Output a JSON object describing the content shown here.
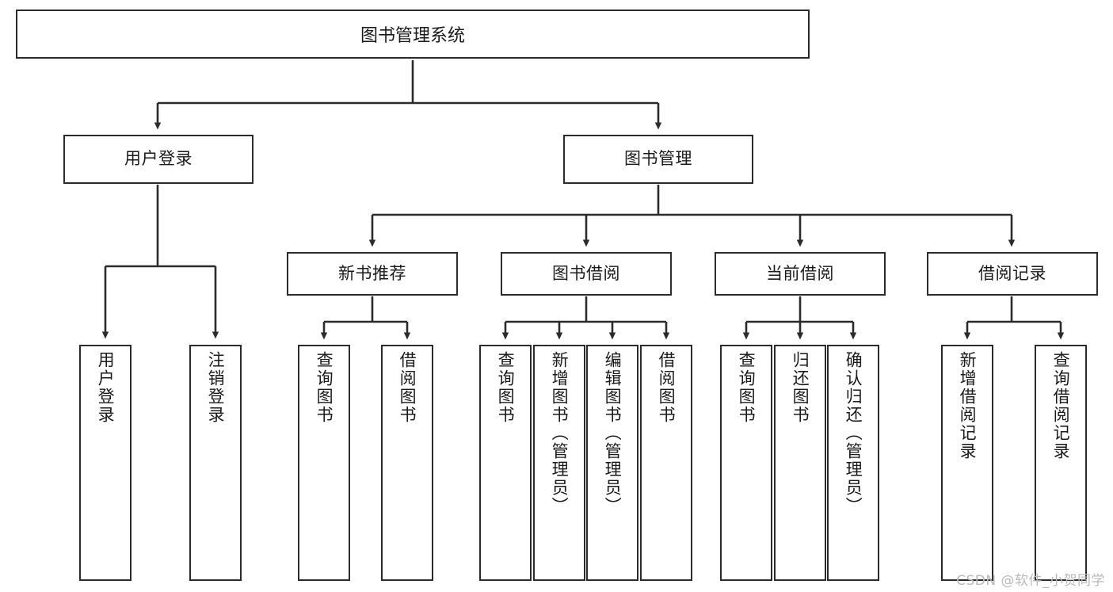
{
  "diagram": {
    "title": "图书管理系统",
    "root": {
      "label": "图书管理系统"
    },
    "level2": [
      {
        "label": "用户登录"
      },
      {
        "label": "图书管理"
      }
    ],
    "level3": [
      {
        "label": "新书推荐"
      },
      {
        "label": "图书借阅"
      },
      {
        "label": "当前借阅"
      },
      {
        "label": "借阅记录"
      }
    ],
    "leaves": {
      "user_login": [
        {
          "label": "用户登录"
        },
        {
          "label": "注销登录"
        }
      ],
      "new_book_recommend": [
        {
          "label": "查询图书"
        },
        {
          "label": "借阅图书"
        }
      ],
      "book_borrow": [
        {
          "label": "查询图书"
        },
        {
          "label": "新增图书（管理员）"
        },
        {
          "label": "编辑图书（管理员）"
        },
        {
          "label": "借阅图书"
        }
      ],
      "current_borrow": [
        {
          "label": "查询图书"
        },
        {
          "label": "归还图书"
        },
        {
          "label": "确认归还（管理员）"
        }
      ],
      "borrow_record": [
        {
          "label": "新增借阅记录"
        },
        {
          "label": "查询借阅记录"
        }
      ]
    }
  },
  "watermark": {
    "text": "CSDN @软件_小贺同学"
  },
  "colors": {
    "background": "#ffffff",
    "border": "#2b2b2b",
    "text": "#1a1a1a",
    "watermark": "#b9b9b9"
  }
}
